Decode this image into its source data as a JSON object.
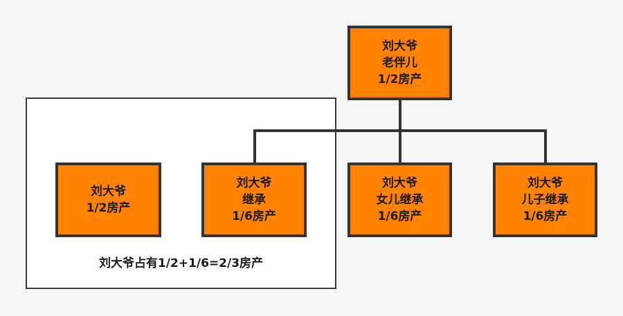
{
  "colors": {
    "node_fill": "#ff8200",
    "node_border": "#333333",
    "connector": "#333333",
    "background": "#f7f7f7",
    "group_fill": "#ffffff"
  },
  "nodes": {
    "top": {
      "lines": [
        "刘大爷",
        "老伴儿",
        "1/2房产"
      ]
    },
    "left": {
      "lines": [
        "刘大爷",
        "1/2房产"
      ]
    },
    "child1": {
      "lines": [
        "刘大爷",
        "继承",
        "1/6房产"
      ]
    },
    "child2": {
      "lines": [
        "刘大爷",
        "女儿继承",
        "1/6房产"
      ]
    },
    "child3": {
      "lines": [
        "刘大爷",
        "儿子继承",
        "1/6房产"
      ]
    }
  },
  "group": {
    "caption": "刘大爷占有1/2+1/6=2/3房产"
  }
}
